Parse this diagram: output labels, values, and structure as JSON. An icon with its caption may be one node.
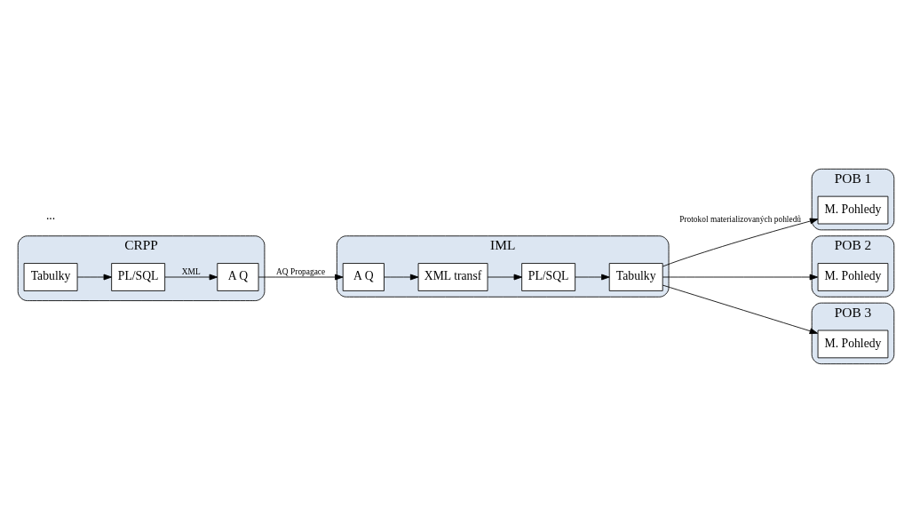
{
  "diagram": {
    "nodes": [
      {
        "text": [
          "CRPP"
        ]
      },
      {
        "text": [
          "PL/SQL"
        ],
        "in": 0
      },
      {
        "text": [
          "Tabulky"
        ],
        "in": 0
      },
      {
        "text": [
          "A Q"
        ],
        "in": 0
      },
      {
        "text": [
          "IML"
        ]
      },
      {
        "text": [
          "A Q"
        ],
        "in": 4
      },
      {
        "text": [
          "XML transf"
        ],
        "in": 4
      },
      {
        "text": [
          "PL/SQL"
        ],
        "in": 4
      },
      {
        "text": [
          "Tabulky"
        ],
        "in": 4
      },
      {
        "text": [
          "POB 1"
        ]
      },
      {
        "text": [
          "M. Pohledy"
        ],
        "in": 9
      },
      {
        "text": [
          "POB 2"
        ]
      },
      {
        "text": [
          "M. Pohledy"
        ],
        "in": 11
      },
      {
        "text": [
          "POB 3"
        ]
      },
      {
        "text": [
          "M. Pohledy"
        ],
        "in": 13
      }
    ],
    "edges": [
      {
        "from": 2,
        "to": 1,
        "arrow": "to"
      },
      {
        "from": 1,
        "to": 3,
        "arrow": "to",
        "label": "XML"
      },
      {
        "from": 3,
        "to": 5,
        "arrow": "to",
        "label": "AQ Propagace"
      },
      {
        "from": 5,
        "to": 6,
        "arrow": "to"
      },
      {
        "from": 6,
        "to": 7,
        "arrow": "to"
      },
      {
        "from": 7,
        "to": 8,
        "arrow": "to"
      },
      {
        "from": 8,
        "to": 10,
        "arrow": "to",
        "label": "Protokol materializovaných pohledů"
      },
      {
        "from": 8,
        "to": 12,
        "arrow": "to"
      },
      {
        "from": 8,
        "to": 14,
        "arrow": "to"
      }
    ],
    "labels": [
      "..."
    ]
  }
}
